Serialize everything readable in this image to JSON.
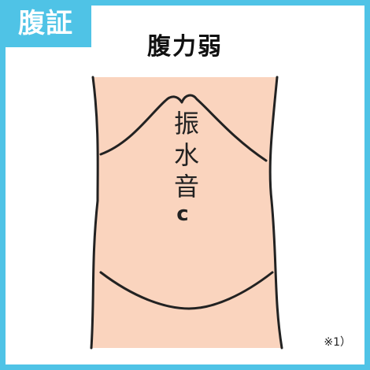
{
  "badge": {
    "label": "腹証"
  },
  "title": "腹力弱",
  "annotation": {
    "chars": [
      "振",
      "水",
      "音"
    ]
  },
  "marker_symbol": "c",
  "footnote": "※1）",
  "colors": {
    "frame": "#4fc3e6",
    "body_skin": "#fad4be",
    "outline": "#222222"
  }
}
